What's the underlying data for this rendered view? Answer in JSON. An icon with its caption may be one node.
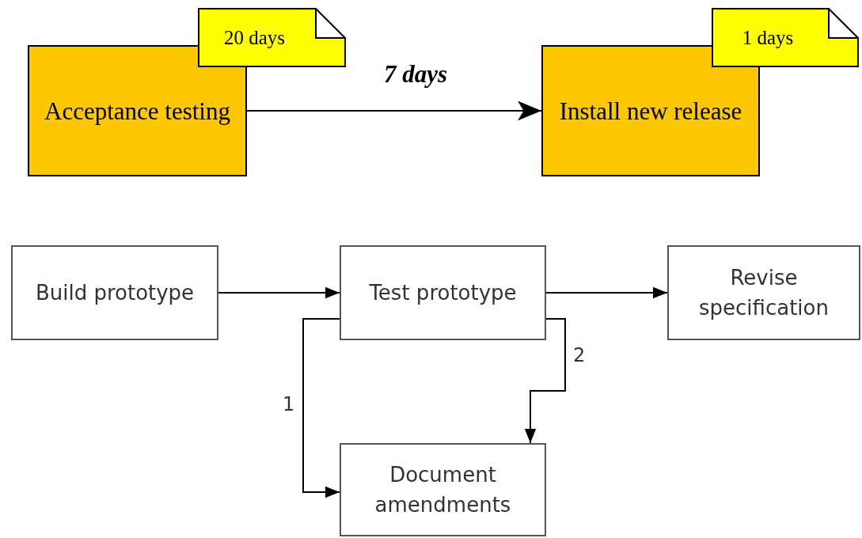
{
  "diagram": {
    "nodes": [
      {
        "text": [
          "Acceptance testing"
        ]
      },
      {
        "text": [
          "20 days"
        ]
      },
      {
        "text": [
          "Install new release"
        ]
      },
      {
        "text": [
          "1 days"
        ]
      },
      {
        "text": [
          "Build prototype"
        ]
      },
      {
        "text": [
          "Test prototype"
        ]
      },
      {
        "text": [
          "Revise specification"
        ]
      },
      {
        "text": [
          "Document amendments"
        ]
      }
    ],
    "edges": [
      {
        "from": 0,
        "to": 2,
        "arrow": "to",
        "label": "7 days"
      },
      {
        "from": 4,
        "to": 5,
        "arrow": "to"
      },
      {
        "from": 5,
        "to": 6,
        "arrow": "to"
      },
      {
        "from": 5,
        "to": 7,
        "arrow": "to",
        "label": "1"
      },
      {
        "from": 5,
        "to": 7,
        "arrow": "to",
        "label": "2"
      }
    ]
  }
}
